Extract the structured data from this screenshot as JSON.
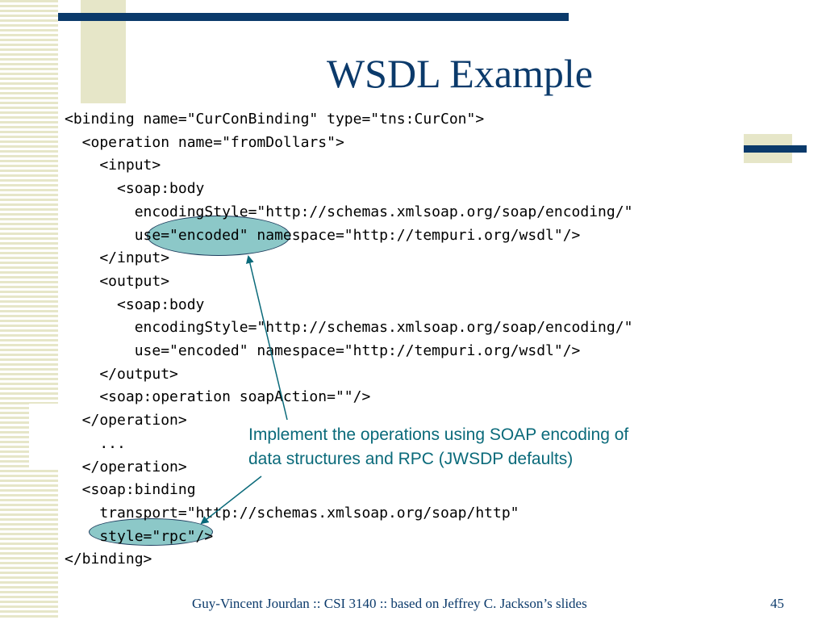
{
  "slide": {
    "title": "WSDL Example",
    "code_lines": [
      "<binding name=\"CurConBinding\" type=\"tns:CurCon\">",
      "  <operation name=\"fromDollars\">",
      "    <input>",
      "      <soap:body",
      "        encodingStyle=\"http://schemas.xmlsoap.org/soap/encoding/\"",
      "        use=\"encoded\" namespace=\"http://tempuri.org/wsdl\"/>",
      "    </input>",
      "    <output>",
      "      <soap:body",
      "        encodingStyle=\"http://schemas.xmlsoap.org/soap/encoding/\"",
      "        use=\"encoded\" namespace=\"http://tempuri.org/wsdl\"/>",
      "    </output>",
      "    <soap:operation soapAction=\"\"/>",
      "  </operation>",
      "    ...",
      "  </operation>",
      "  <soap:binding",
      "    transport=\"http://schemas.xmlsoap.org/soap/http\"",
      "    style=\"rpc\"/>",
      "</binding>"
    ],
    "annotation_line1": "Implement the operations using SOAP encoding of",
    "annotation_line2": "data structures and RPC (JWSDP defaults)",
    "footer": "Guy-Vincent Jourdan :: CSI 3140 :: based on Jeffrey C. Jackson’s slides",
    "page_number": "45"
  },
  "colors": {
    "accent": "#0b3a6b",
    "decoration": "#e6e6c8",
    "highlight": "#6fbaba",
    "annotation": "#0a6a7a"
  }
}
